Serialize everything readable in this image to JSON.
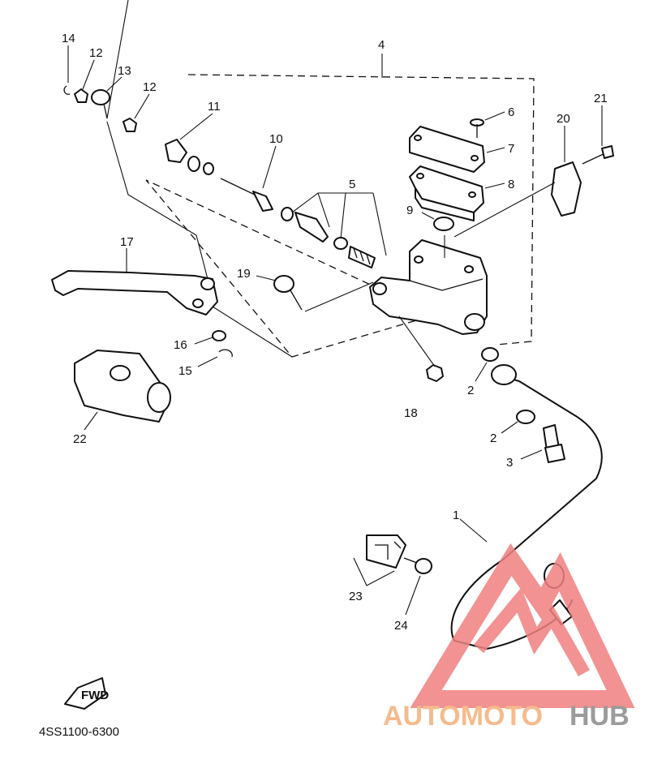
{
  "diagram": {
    "callouts": {
      "p1": "1",
      "p2a": "2",
      "p2b": "2",
      "p3": "3",
      "p4": "4",
      "p5": "5",
      "p6": "6",
      "p7": "7",
      "p8": "8",
      "p9": "9",
      "p10": "10",
      "p11": "11",
      "p12a": "12",
      "p12b": "12",
      "p13": "13",
      "p14": "14",
      "p15": "15",
      "p16": "16",
      "p17": "17",
      "p18": "18",
      "p19": "19",
      "p20": "20",
      "p21": "21",
      "p22": "22",
      "p23": "23",
      "p24": "24"
    },
    "fwd_label": "FWD",
    "diagram_code": "4SS1100-6300"
  },
  "watermark": {
    "brand_part1": "AUTOMOTO",
    "brand_part2": "HUB",
    "colors": {
      "orange": "#f4b07a",
      "gray": "#8a8a8a",
      "red": "#f08080"
    }
  }
}
